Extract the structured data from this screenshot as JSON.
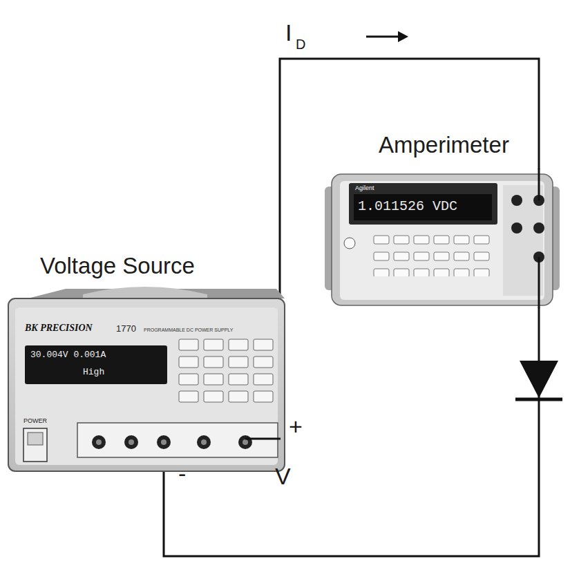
{
  "diagram": {
    "nodes": [
      {
        "text": [
          "Voltage Source"
        ]
      },
      {
        "text": [
          "Amperimeter"
        ]
      }
    ],
    "edges": [
      {
        "from": 0,
        "to": 1,
        "arrow": "none"
      },
      {
        "from": 1,
        "to": 0,
        "arrow": "none"
      }
    ],
    "labels": [
      "I",
      "D",
      "+",
      "-",
      "V",
      "BK PRECISION",
      "1770",
      "PROGRAMMABLE DC POWER SUPPLY",
      "30.004V 0.001A",
      "High",
      "POWER",
      "Agilent",
      "1.011526 VDC"
    ]
  }
}
